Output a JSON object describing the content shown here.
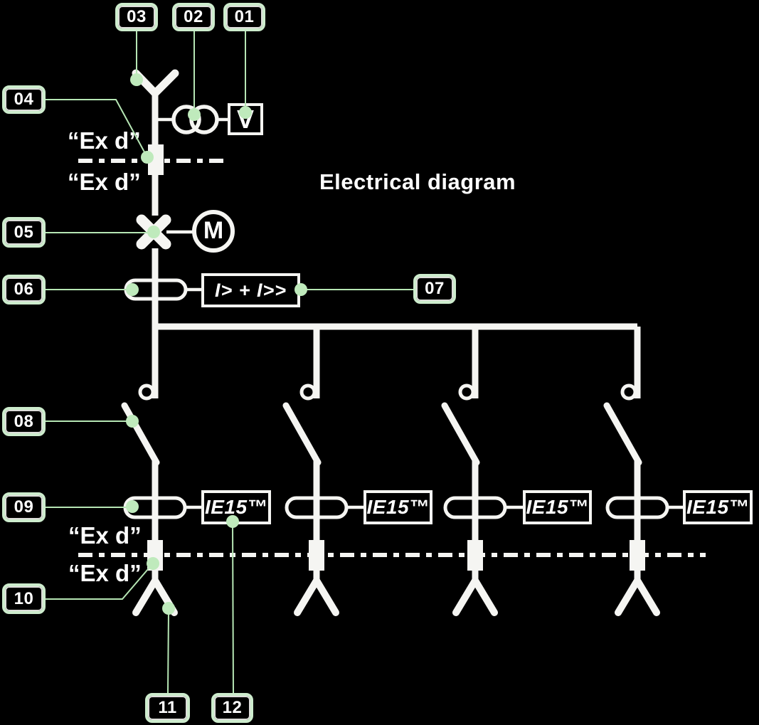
{
  "title": "Electrical diagram",
  "colors": {
    "background": "#000000",
    "line": "#f5f5f2",
    "callout_border": "#cdeccd",
    "leader_line": "#b6e6b4",
    "marker_dot": "#bfeabc",
    "text": "#ffffff"
  },
  "callouts": [
    {
      "id": "01"
    },
    {
      "id": "02"
    },
    {
      "id": "03"
    },
    {
      "id": "04"
    },
    {
      "id": "05"
    },
    {
      "id": "06"
    },
    {
      "id": "07"
    },
    {
      "id": "08"
    },
    {
      "id": "09"
    },
    {
      "id": "10"
    },
    {
      "id": "11"
    },
    {
      "id": "12"
    }
  ],
  "symbols": {
    "voltmeter_label": "V",
    "motor_label": "M",
    "protection_label": "I> + I>>",
    "incoming_barrier_label_upper": "“Ex d”",
    "incoming_barrier_label_lower": "“Ex d”",
    "outgoing_barrier_label_upper": "“Ex d”",
    "outgoing_barrier_label_lower": "“Ex d”",
    "outgoing_boxes": [
      "IE15™",
      "IE15™",
      "IE15™",
      "IE15™"
    ]
  }
}
